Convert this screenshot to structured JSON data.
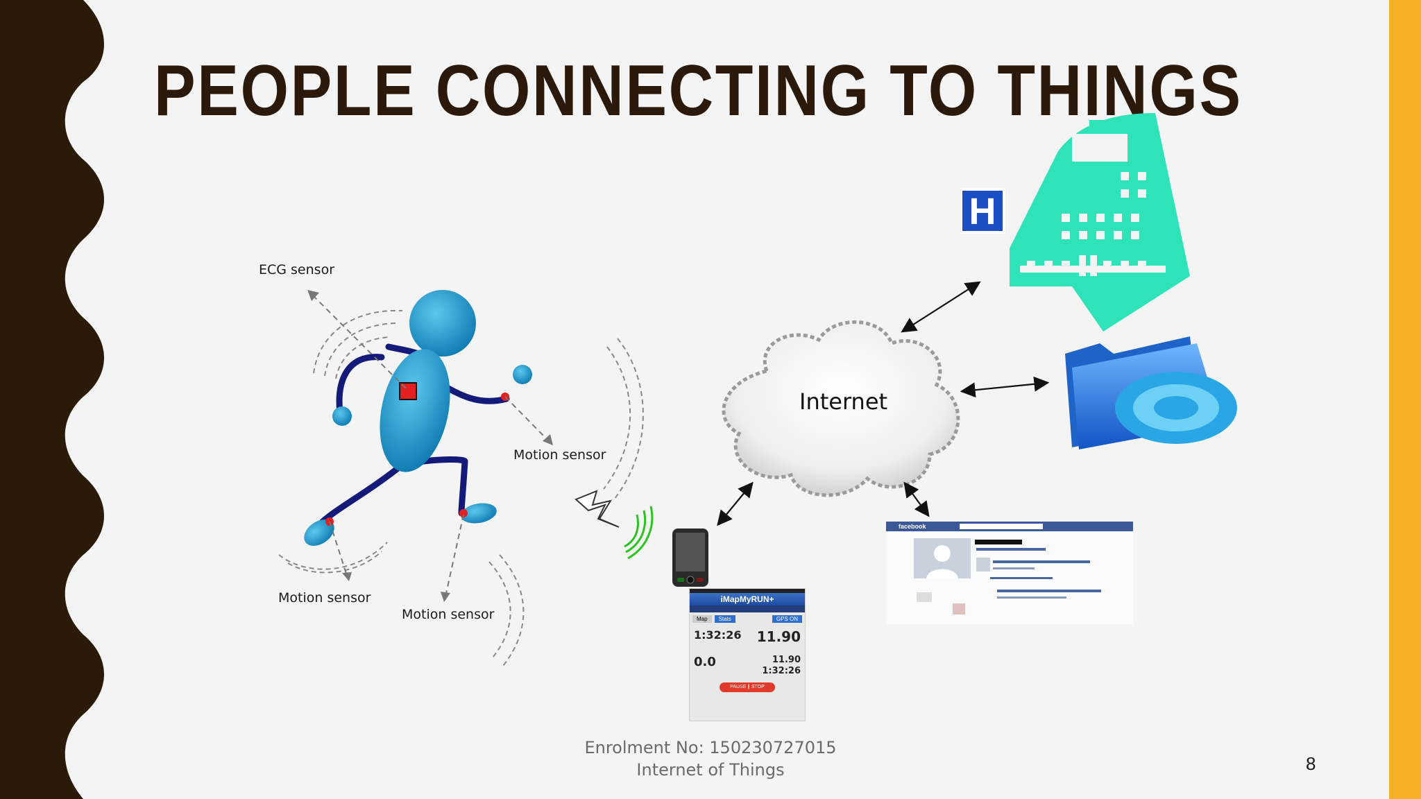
{
  "slide": {
    "title": "PEOPLE CONNECTING TO THINGS",
    "page_number": "8",
    "footer_line1": "Enrolment No: 150230727015",
    "footer_line2": "Internet of Things"
  },
  "labels": {
    "ecg": "ECG sensor",
    "motion_hand": "Motion sensor",
    "motion_left_foot": "Motion sensor",
    "motion_right_foot": "Motion sensor",
    "cloud": "Internet",
    "hospital_badge": "H"
  },
  "phone_app": {
    "app_name": "iMapMyRUN+",
    "duration": "1:32:26",
    "distance": "11.90",
    "pace": "0.0",
    "distance_small": "11.90",
    "duration_small": "1:32:26",
    "tab_map": "Map",
    "tab_stats": "Stats",
    "gps": "GPS ON",
    "pause_stop": "PAUSE ∥ STOP"
  },
  "social": {
    "site_name": "facebook"
  },
  "colors": {
    "left_band": "#2a1a08",
    "right_band": "#f5b128",
    "title": "#2b1a0b",
    "figure_blue": "#1e9ccf",
    "limb_navy": "#141a7a",
    "hospital_teal": "#2fe3b8",
    "folder_blue": "#2a7fe0"
  }
}
